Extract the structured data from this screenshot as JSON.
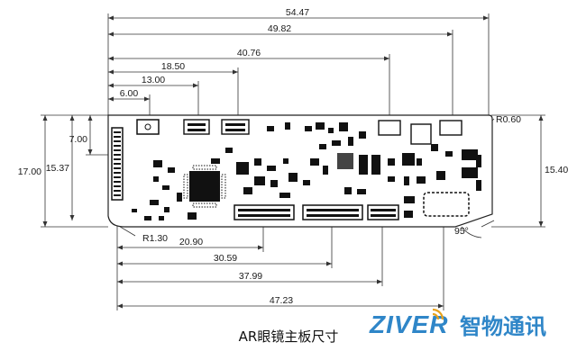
{
  "caption": "AR眼镜主板尺寸",
  "brand": {
    "latin": "ZIVER",
    "chinese": "智物通讯",
    "color": "#2f86c8"
  },
  "dimensions": {
    "top": [
      "54.47",
      "49.82",
      "40.76",
      "18.50",
      "13.00",
      "6.00"
    ],
    "left": [
      "17.00",
      "15.37",
      "7.00"
    ],
    "right": [
      "15.40"
    ],
    "bottom": [
      "20.90",
      "30.59",
      "37.99",
      "47.23"
    ],
    "radius_top_right": "R0.60",
    "radius_bottom_left": "R1.30",
    "angle": "95°"
  }
}
